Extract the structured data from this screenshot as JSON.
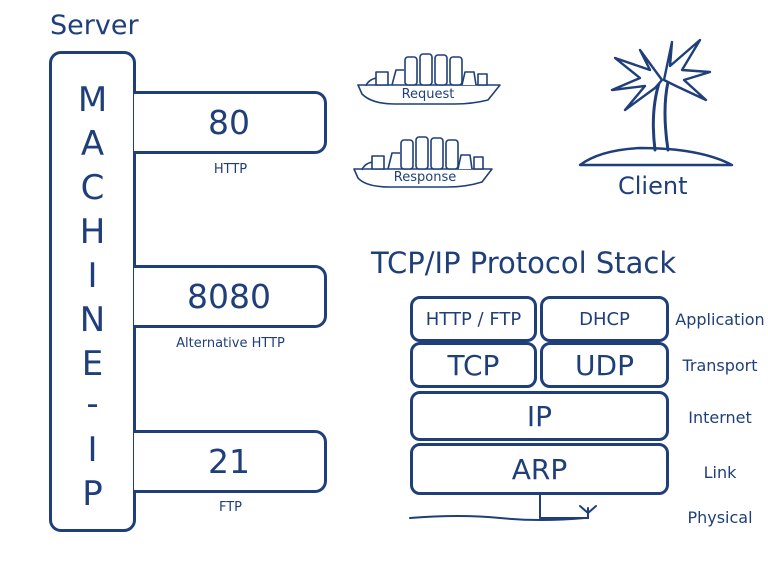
{
  "server": {
    "title": "Server",
    "machine_letters": [
      "M",
      "A",
      "C",
      "H",
      "I",
      "N",
      "E",
      "-",
      "I",
      "P"
    ]
  },
  "ports": [
    {
      "number": "80",
      "label": "HTTP"
    },
    {
      "number": "8080",
      "label": "Alternative HTTP"
    },
    {
      "number": "21",
      "label": "FTP"
    }
  ],
  "ships": {
    "request_label": "Request",
    "response_label": "Response"
  },
  "client": {
    "label": "Client"
  },
  "stack": {
    "title": "TCP/IP Protocol Stack",
    "boxes": {
      "http_ftp": "HTTP / FTP",
      "dhcp": "DHCP",
      "tcp": "TCP",
      "udp": "UDP",
      "ip": "IP",
      "arp": "ARP"
    },
    "layers": {
      "application": "Application",
      "transport": "Transport",
      "internet": "Internet",
      "link": "Link",
      "physical": "Physical"
    }
  },
  "colors": {
    "primary": "#1f3f7a"
  }
}
